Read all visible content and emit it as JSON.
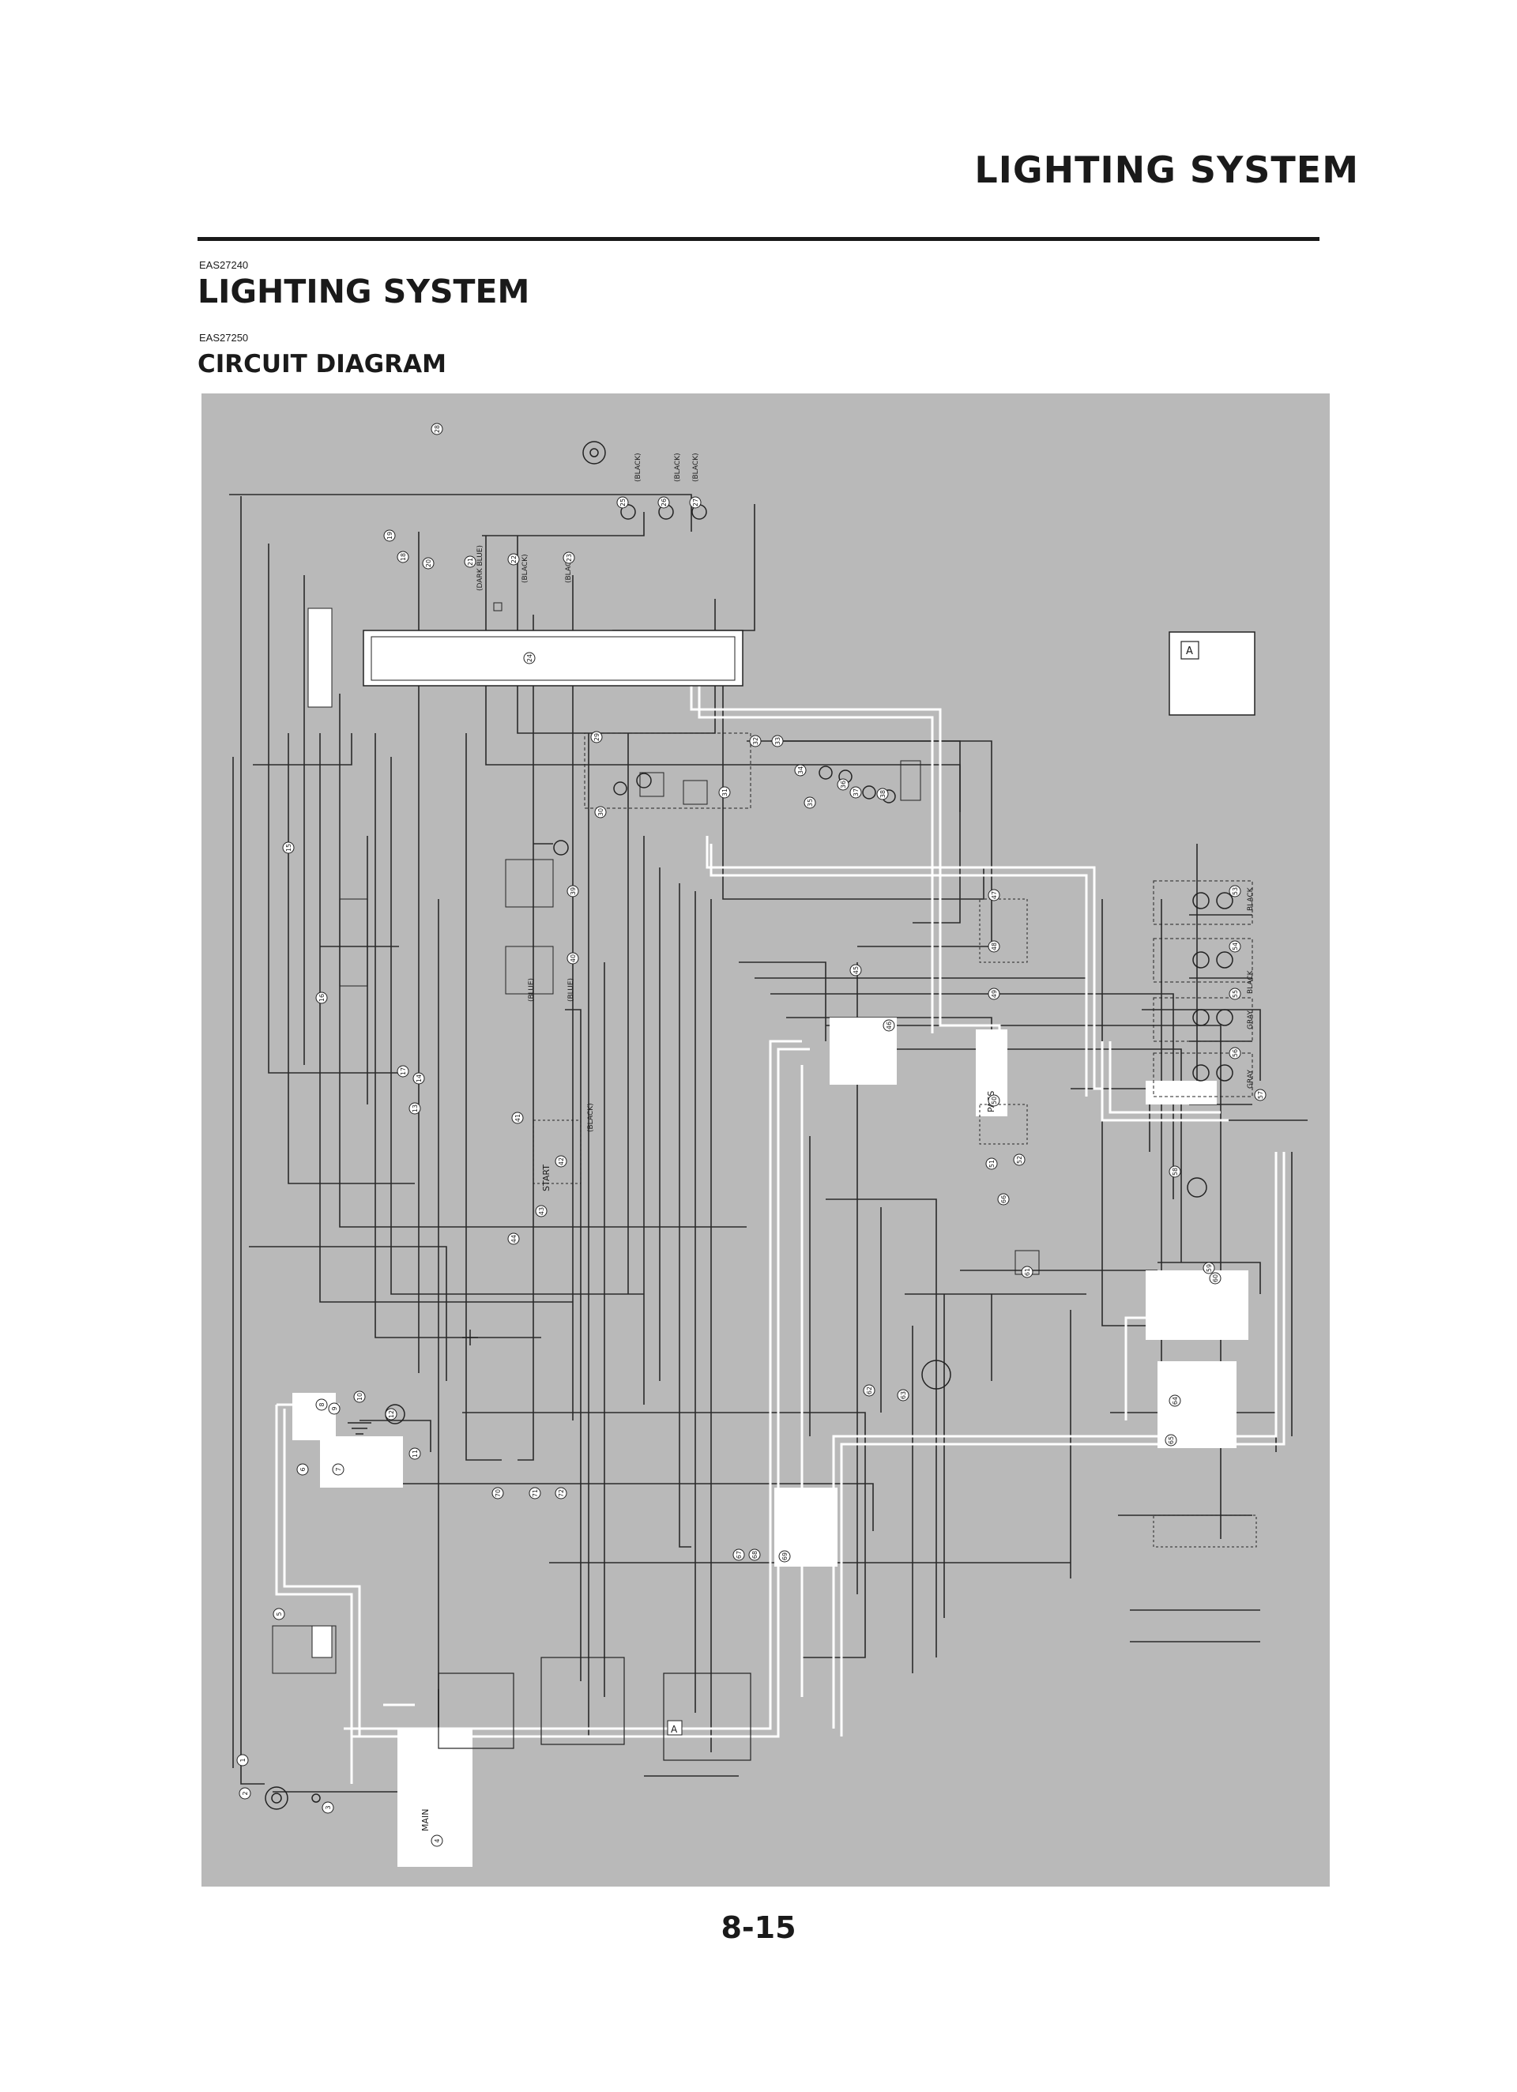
{
  "header": {
    "title": "LIGHTING SYSTEM"
  },
  "section": {
    "code": "EAS27240",
    "title": "LIGHTING SYSTEM"
  },
  "subsection": {
    "code": "EAS27250",
    "title": "CIRCUIT DIAGRAM"
  },
  "diagram": {
    "color_labels": [
      "(BLACK)",
      "(BLACK)",
      "(BLACK)",
      "(DARK BLUE)",
      "(BLACK)",
      "(BLACK)",
      "(BLUE)",
      "(BLUE)",
      "(BLACK)",
      "BLACK",
      "BLACK",
      "GRAY",
      "GRAY"
    ],
    "switch_labels": [
      "PASS",
      "START",
      "MAIN"
    ],
    "callouts": [
      "1",
      "2",
      "3",
      "4",
      "5",
      "6",
      "7",
      "8",
      "9",
      "10",
      "11",
      "12",
      "13",
      "14",
      "15",
      "16",
      "17",
      "18",
      "19",
      "20",
      "21",
      "22",
      "23",
      "24",
      "25",
      "26",
      "27",
      "28",
      "29",
      "30",
      "31",
      "32",
      "33",
      "34",
      "35",
      "36",
      "37",
      "38",
      "39",
      "40",
      "41",
      "42",
      "43",
      "44",
      "45",
      "46",
      "47",
      "48",
      "49",
      "50",
      "51",
      "52",
      "53",
      "54",
      "55",
      "56",
      "57",
      "58",
      "59",
      "60",
      "61",
      "62",
      "63",
      "64",
      "65",
      "66",
      "67",
      "68",
      "69",
      "70",
      "71",
      "72"
    ],
    "legend_box": {
      "label": "A"
    },
    "marker_label": "A"
  },
  "footer": {
    "page_number": "8-15"
  }
}
